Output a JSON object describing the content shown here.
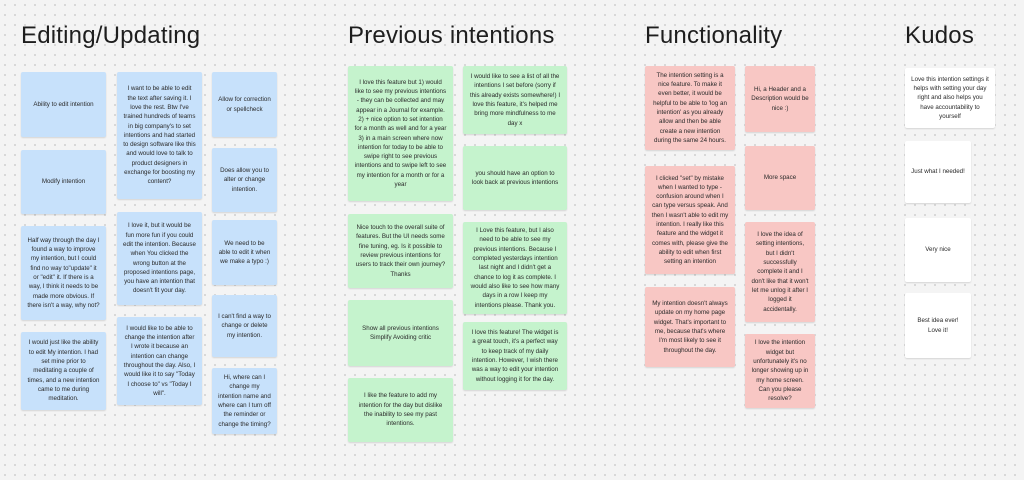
{
  "colors": {
    "editing_note": "#c7e1fb",
    "previous_note": "#c5f3cd",
    "functionality_note": "#f8c7c4",
    "kudos_note": "#ffffff",
    "canvas_background": "#f4f4f4"
  },
  "sections": {
    "editing": {
      "title": "Editing/Updating",
      "notes": [
        "Ability to edit intention",
        "Modify intention",
        "Half way through the day I found a way to improve my intention, but I could find no way to\"update\" it or \"edit\" it. If there is a way, I think it needs to be made more obvious. If there isn't a way, why not?",
        "I would just like the ability to edit My intention. I had set mine prior to meditating a couple of times, and a new intention came to me during meditation.",
        "I want to be able to edit the text after saving it. I love the rest. Btw I've trained hundreds of teams in big company's to set intentions and had started to design software like this and would love to talk to product designers in exchange for boosting my content?",
        "I love it, but it would be fun more fun if you could edit the intention. Because when You clicked the wrong button at the proposed intentions page, you have an intention that doesn't fit your day.",
        "I would like to be able to change the intention after I wrote it because an intention can change throughout the day. Also, I would like it to say \"Today I choose to\" vs \"Today I will\".",
        "Allow for correction or spellcheck",
        "Does allow you to alter or change intention.",
        "We need to be able to edit it when we make a typo :)",
        "I can't find a way to change or delete my intention.",
        "Hi, where can I change my intention name and where can I turn off the reminder or change the timing?"
      ]
    },
    "previous": {
      "title": "Previous intentions",
      "notes": [
        "I love this feature but 1) would like to see my previous intentions - they can be collected and may appear in a Journal for example. 2) + nice option to set intention for a month as well and for a year 3) in a main screen where now intention for today to be able to swipe right to see previous intentions and to swipe left to see my intention for a month or for a year",
        "Nice touch to the overall suite of features. But the UI needs some fine tuning, eg. Is it possible to review previous intentions for users to track their own journey? Thanks",
        "Show all previous intentions Simplify Avoiding critic",
        "I like the feature to add my intention for the day but dislike the inability to see my past intentions.",
        "I would like to see a list of all the intentions I set before (sorry if this already exists somewhere!) I love this feature, it's helped me bring more mindfulness to me day x",
        "you should have an option to look back at previous intentions",
        "I Love this feature, but I also need to be able to see my previous intentions. Because I completed yesterdays intention last night and I didn't get a chance to log it as complete. I would also like to see how many days in a row I keep my intentions please. Thank you.",
        "I love this feature! The widget is a great touch, it's a perfect way to keep track of my daily intention. However, I wish there was a way to edit your intention without logging it for the day."
      ]
    },
    "functionality": {
      "title": "Functionality",
      "notes": [
        "The intention setting is a nice feature. To make it even better, it would be helpful to be able to 'log an intention' as you already allow and then be able create a new intention during the same 24 hours.",
        "I clicked \"set\" by mistake when I wanted to type - confusion around when I can type versus speak. And then I wasn't able to edit my intention. I really like this feature and the widget it comes with, please give the ability to edit when first setting an intention",
        "My intention doesn't always update on my home page widget. That's important to me, because that's where I'm most likely to see it throughout the day.",
        "Hi, a Header and a Description would be nice :)",
        "More space",
        "I love the idea of setting intentions, but I didn't successfully complete it and I don't like that it won't let me unlog it after I logged it accidentally.",
        "I love the intention widget but unfortunately it's no longer showing up in my home screen. Can you please resolve?"
      ]
    },
    "kudos": {
      "title": "Kudos",
      "notes": [
        "Love this intention settings it helps with setting your day right and also helps you have accountability to yourself",
        "Just what I needed!",
        "Very nice",
        "Best idea ever! Love it!"
      ]
    }
  }
}
